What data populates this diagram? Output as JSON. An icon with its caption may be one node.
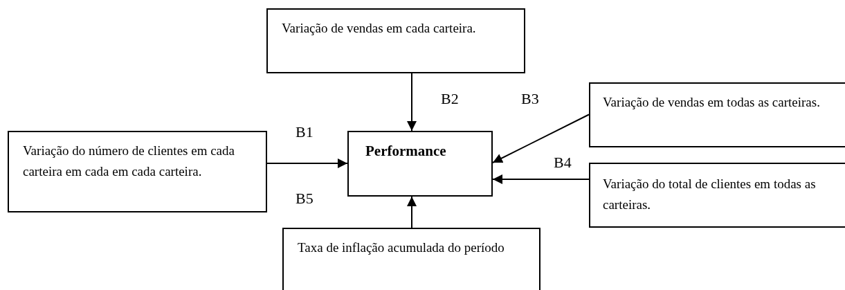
{
  "diagram": {
    "nodes": [
      {
        "text": [
          "Variação de vendas em cada carteira."
        ]
      },
      {
        "text": [
          "Variação do número de clientes em cada carteira em cada em cada carteira."
        ]
      },
      {
        "text": [
          "Performance"
        ]
      },
      {
        "text": [
          "Variação de vendas em todas as carteiras."
        ]
      },
      {
        "text": [
          "Variação do total de clientes em todas as carteiras."
        ]
      },
      {
        "text": [
          "Taxa de inflação acumulada do período"
        ]
      }
    ],
    "edges": [
      {
        "from": 0,
        "to": 2,
        "arrow": "to"
      },
      {
        "from": 1,
        "to": 2,
        "arrow": "to"
      },
      {
        "from": 3,
        "to": 2,
        "arrow": "to"
      },
      {
        "from": 4,
        "to": 2,
        "arrow": "to"
      },
      {
        "from": 5,
        "to": 2,
        "arrow": "to"
      }
    ],
    "labels": [
      "B1",
      "B2",
      "B3",
      "B4",
      "B5"
    ]
  }
}
